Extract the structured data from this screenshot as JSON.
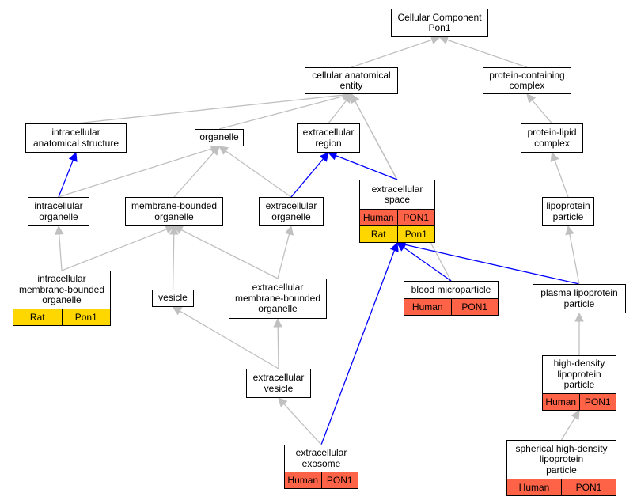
{
  "colors": {
    "human": "#FF6347",
    "rat": "#FFD700",
    "edge_gray": "#C0C0C0",
    "edge_blue": "#0000FF"
  },
  "nodes": {
    "root": {
      "label": "Cellular Component\nPon1"
    },
    "cae": {
      "label": "cellular anatomical\nentity"
    },
    "pcc": {
      "label": "protein-containing\ncomplex"
    },
    "ias": {
      "label": "intracellular\nanatomical structure"
    },
    "organelle": {
      "label": "organelle"
    },
    "ecr": {
      "label": "extracellular\nregion"
    },
    "plc": {
      "label": "protein-lipid\ncomplex"
    },
    "io": {
      "label": "intracellular\norganelle"
    },
    "mbo": {
      "label": "membrane-bounded\norganelle"
    },
    "eco": {
      "label": "extracellular\norganelle"
    },
    "ecs": {
      "label": "extracellular\nspace",
      "rows": [
        {
          "species": "Human",
          "gene": "PON1"
        },
        {
          "species": "Rat",
          "gene": "Pon1"
        }
      ]
    },
    "lpp": {
      "label": "lipoprotein\nparticle"
    },
    "imbo": {
      "label": "intracellular\nmembrane-bounded\norganelle",
      "rows": [
        {
          "species": "Rat",
          "gene": "Pon1"
        }
      ]
    },
    "vesicle": {
      "label": "vesicle"
    },
    "embo": {
      "label": "extracellular\nmembrane-bounded\norganelle"
    },
    "bmp": {
      "label": "blood microparticle",
      "rows": [
        {
          "species": "Human",
          "gene": "PON1"
        }
      ]
    },
    "plp": {
      "label": "plasma lipoprotein\nparticle"
    },
    "ecv": {
      "label": "extracellular\nvesicle"
    },
    "hdl": {
      "label": "high-density\nlipoprotein\nparticle",
      "rows": [
        {
          "species": "Human",
          "gene": "PON1"
        }
      ]
    },
    "exo": {
      "label": "extracellular\nexosome",
      "rows": [
        {
          "species": "Human",
          "gene": "PON1"
        }
      ]
    },
    "shdl": {
      "label": "spherical high-density\nlipoprotein\nparticle",
      "rows": [
        {
          "species": "Human",
          "gene": "PON1"
        }
      ]
    }
  },
  "edges": [
    {
      "from": "cae",
      "to": "root",
      "color": "gray"
    },
    {
      "from": "pcc",
      "to": "root",
      "color": "gray"
    },
    {
      "from": "ias",
      "to": "cae",
      "color": "gray"
    },
    {
      "from": "organelle",
      "to": "cae",
      "color": "gray"
    },
    {
      "from": "ecr",
      "to": "cae",
      "color": "gray"
    },
    {
      "from": "ecs",
      "to": "cae",
      "color": "gray"
    },
    {
      "from": "bmp",
      "to": "cae",
      "color": "gray"
    },
    {
      "from": "plc",
      "to": "pcc",
      "color": "gray"
    },
    {
      "from": "io",
      "to": "ias",
      "color": "blue"
    },
    {
      "from": "io",
      "to": "organelle",
      "color": "gray"
    },
    {
      "from": "mbo",
      "to": "organelle",
      "color": "gray"
    },
    {
      "from": "eco",
      "to": "organelle",
      "color": "gray"
    },
    {
      "from": "eco",
      "to": "ecr",
      "color": "blue"
    },
    {
      "from": "ecs",
      "to": "ecr",
      "color": "blue"
    },
    {
      "from": "lpp",
      "to": "plc",
      "color": "gray"
    },
    {
      "from": "imbo",
      "to": "io",
      "color": "gray"
    },
    {
      "from": "imbo",
      "to": "mbo",
      "color": "gray"
    },
    {
      "from": "vesicle",
      "to": "mbo",
      "color": "gray"
    },
    {
      "from": "embo",
      "to": "mbo",
      "color": "gray"
    },
    {
      "from": "embo",
      "to": "eco",
      "color": "gray"
    },
    {
      "from": "bmp",
      "to": "ecs",
      "color": "blue"
    },
    {
      "from": "plp",
      "to": "ecs",
      "color": "blue"
    },
    {
      "from": "exo",
      "to": "ecs",
      "color": "blue"
    },
    {
      "from": "plp",
      "to": "lpp",
      "color": "gray"
    },
    {
      "from": "ecv",
      "to": "vesicle",
      "color": "gray"
    },
    {
      "from": "ecv",
      "to": "embo",
      "color": "gray"
    },
    {
      "from": "exo",
      "to": "ecv",
      "color": "gray"
    },
    {
      "from": "hdl",
      "to": "plp",
      "color": "gray"
    },
    {
      "from": "shdl",
      "to": "hdl",
      "color": "gray"
    }
  ]
}
